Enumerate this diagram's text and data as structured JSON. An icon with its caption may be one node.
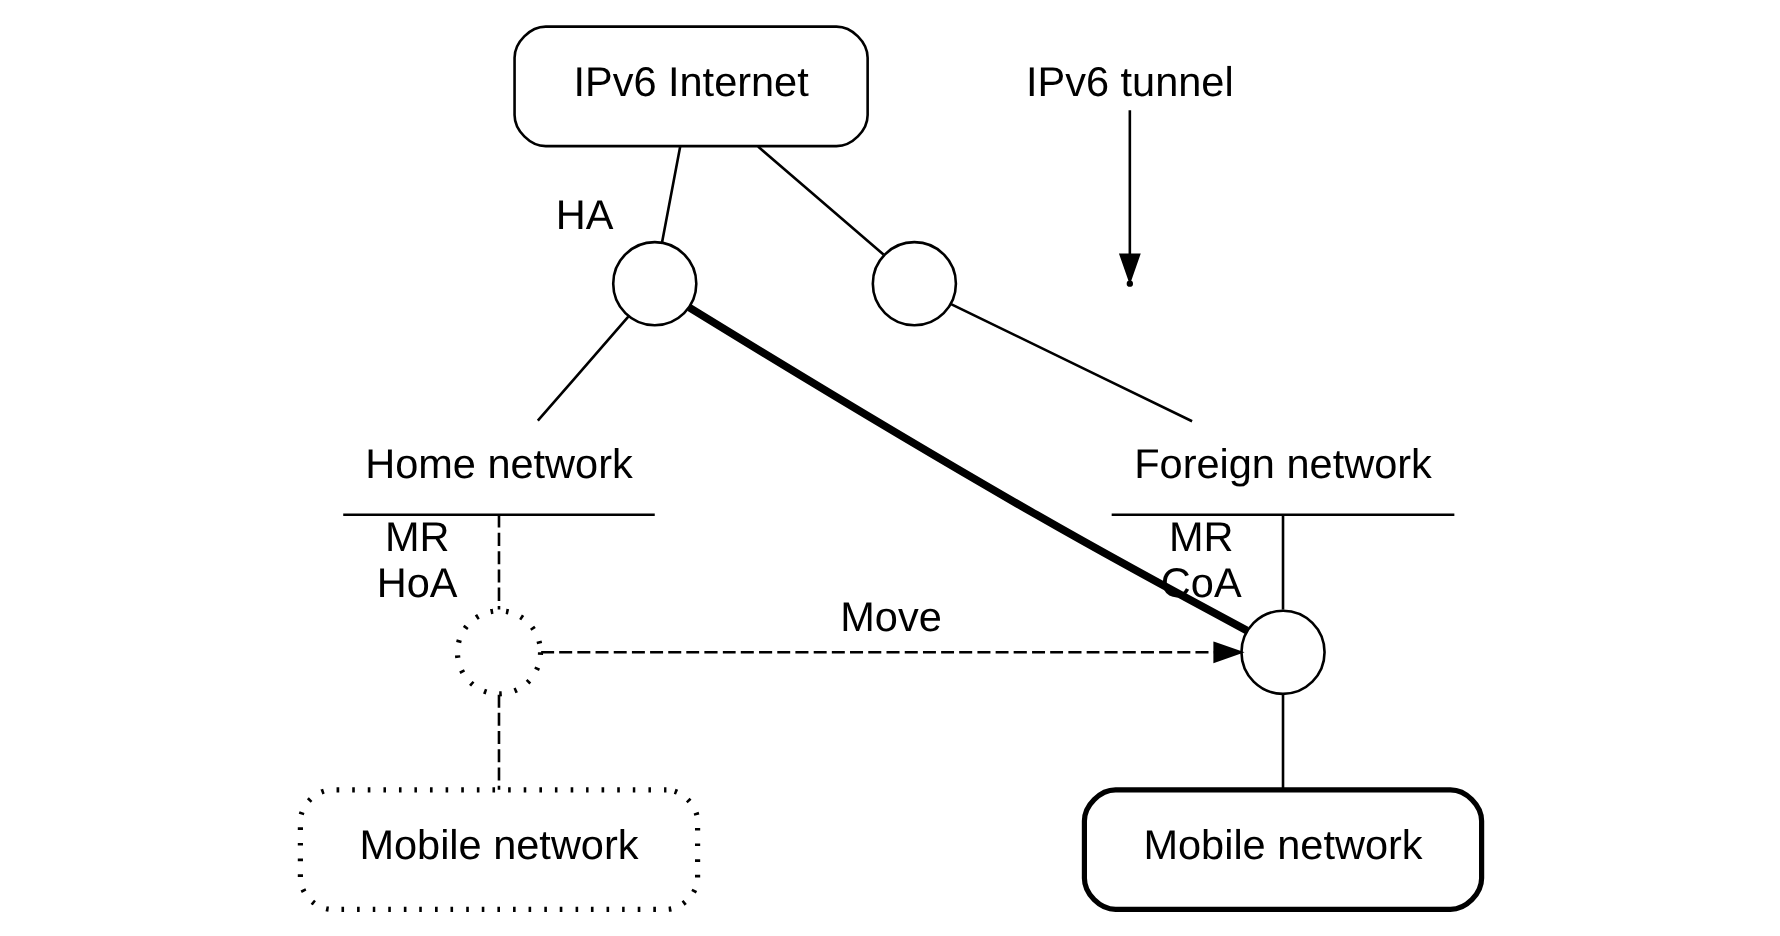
{
  "diagram": {
    "nodes": [
      {
        "text": [
          "IPv6 Internet"
        ]
      },
      {
        "text": [],
        "shape": "circle",
        "beside": [
          "HA"
        ]
      },
      {
        "text": [],
        "shape": "circle"
      },
      {
        "text": [
          "Home network"
        ]
      },
      {
        "text": [
          "Foreign network"
        ]
      },
      {
        "text": [],
        "shape": "circle",
        "beside": [
          "MR",
          "HoA"
        ]
      },
      {
        "text": [],
        "shape": "circle",
        "beside": [
          "MR",
          "CoA"
        ]
      },
      {
        "text": [
          "Mobile network"
        ]
      },
      {
        "text": [
          "Mobile network"
        ]
      },
      {
        "text": [
          "IPv6 tunnel"
        ]
      }
    ],
    "edges": [
      {
        "from": 0,
        "to": 1,
        "arrow": "none"
      },
      {
        "from": 0,
        "to": 2,
        "arrow": "none"
      },
      {
        "from": 1,
        "to": 3,
        "arrow": "none"
      },
      {
        "from": 2,
        "to": 4,
        "arrow": "none"
      },
      {
        "from": 3,
        "to": 5,
        "arrow": "none",
        "style": "dashed"
      },
      {
        "from": 5,
        "to": 7,
        "arrow": "none",
        "style": "dashed"
      },
      {
        "from": 4,
        "to": 6,
        "arrow": "none"
      },
      {
        "from": 6,
        "to": 8,
        "arrow": "none"
      },
      {
        "from": 5,
        "to": 6,
        "arrow": "to",
        "style": "dashed",
        "label": "Move"
      },
      {
        "from": 1,
        "to": 6,
        "arrow": "none",
        "style": "thick"
      },
      {
        "from": 9,
        "to": null,
        "arrow": "to"
      }
    ]
  }
}
